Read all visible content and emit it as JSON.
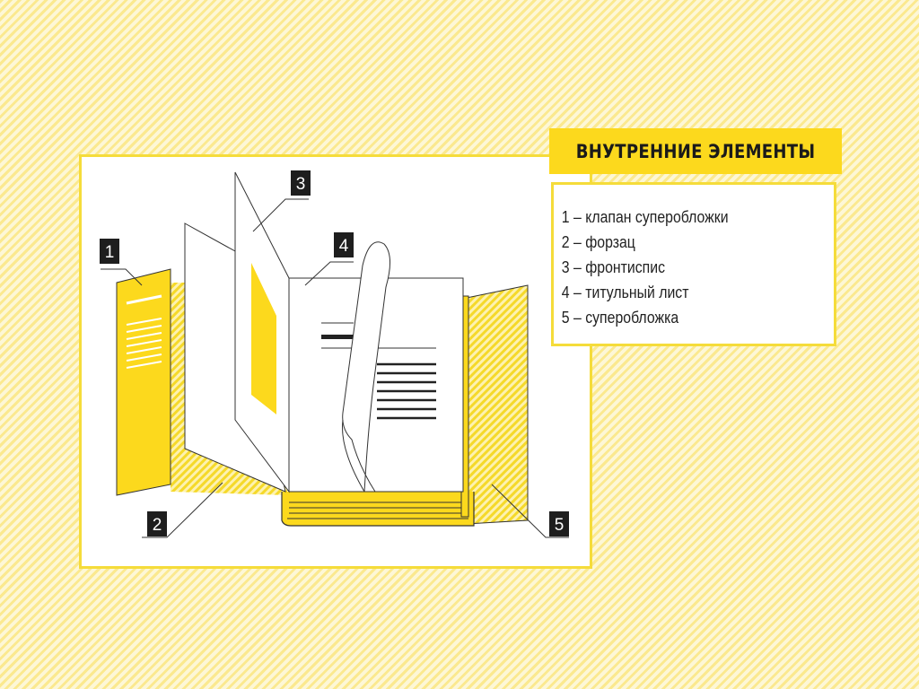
{
  "title": "ВНУТРЕННИЕ ЭЛЕМЕНТЫ",
  "legend": [
    "1 – клапан суперобложки",
    "2 – форзац",
    "3 – фронтиспис",
    "4 – титульный лист",
    "5 – суперобложка"
  ],
  "labels": [
    "1",
    "2",
    "3",
    "4",
    "5"
  ],
  "colors": {
    "accent": "#fcd91d",
    "line": "#333333",
    "label_bg": "#1e1e1e"
  }
}
